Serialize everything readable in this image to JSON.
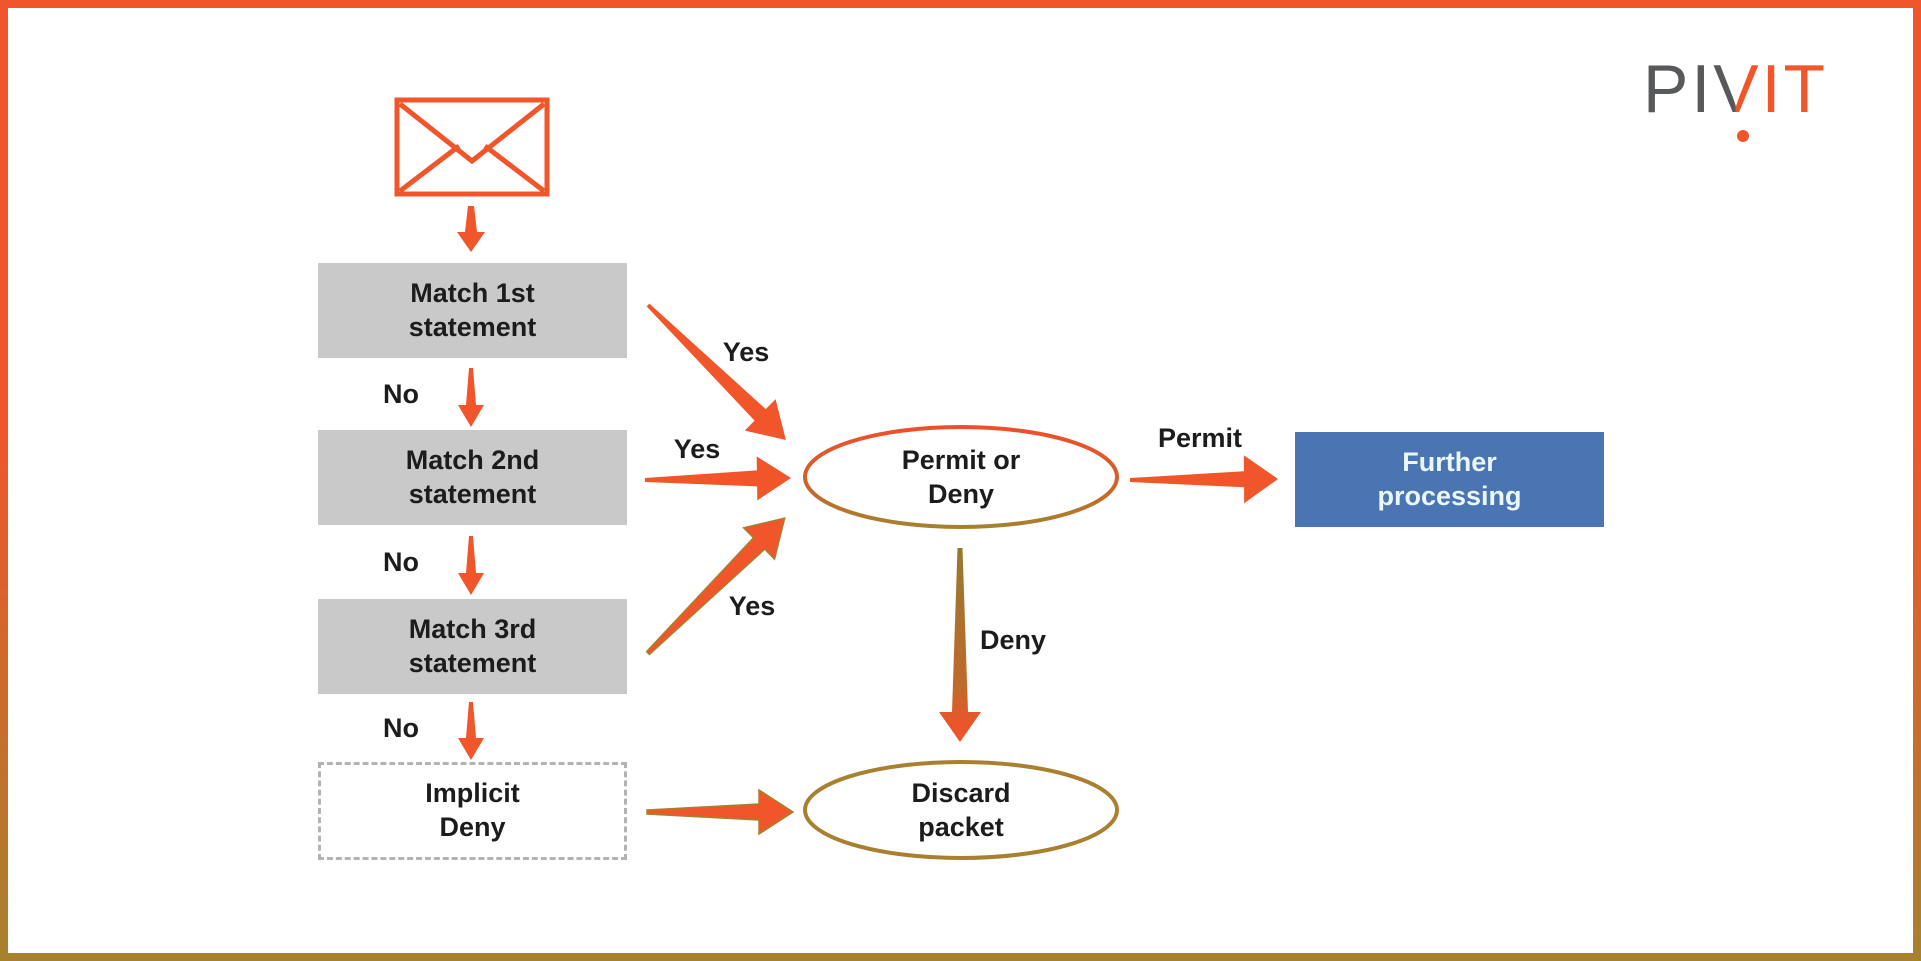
{
  "logo": {
    "part1": "PI",
    "part2": "V",
    "part3": "IT"
  },
  "nodes": {
    "match1": {
      "line1": "Match 1st",
      "line2": "statement"
    },
    "match2": {
      "line1": "Match 2nd",
      "line2": "statement"
    },
    "match3": {
      "line1": "Match 3rd",
      "line2": "statement"
    },
    "implicit_deny": {
      "line1": "Implicit",
      "line2": "Deny"
    },
    "decision": {
      "line1": "Permit or",
      "line2": "Deny"
    },
    "discard": {
      "line1": "Discard",
      "line2": "packet"
    },
    "further": {
      "line1": "Further",
      "line2": "processing"
    }
  },
  "labels": {
    "no1": "No",
    "no2": "No",
    "no3": "No",
    "yes1": "Yes",
    "yes2": "Yes",
    "yes3": "Yes",
    "permit": "Permit",
    "deny": "Deny"
  },
  "colors": {
    "accent_orange": "#F0562A",
    "olive_brown": "#A5812F",
    "box_gray": "#C9C9C9",
    "further_blue": "#4B74B3",
    "logo_gray": "#58595B",
    "text_black": "#1C1C1C"
  }
}
